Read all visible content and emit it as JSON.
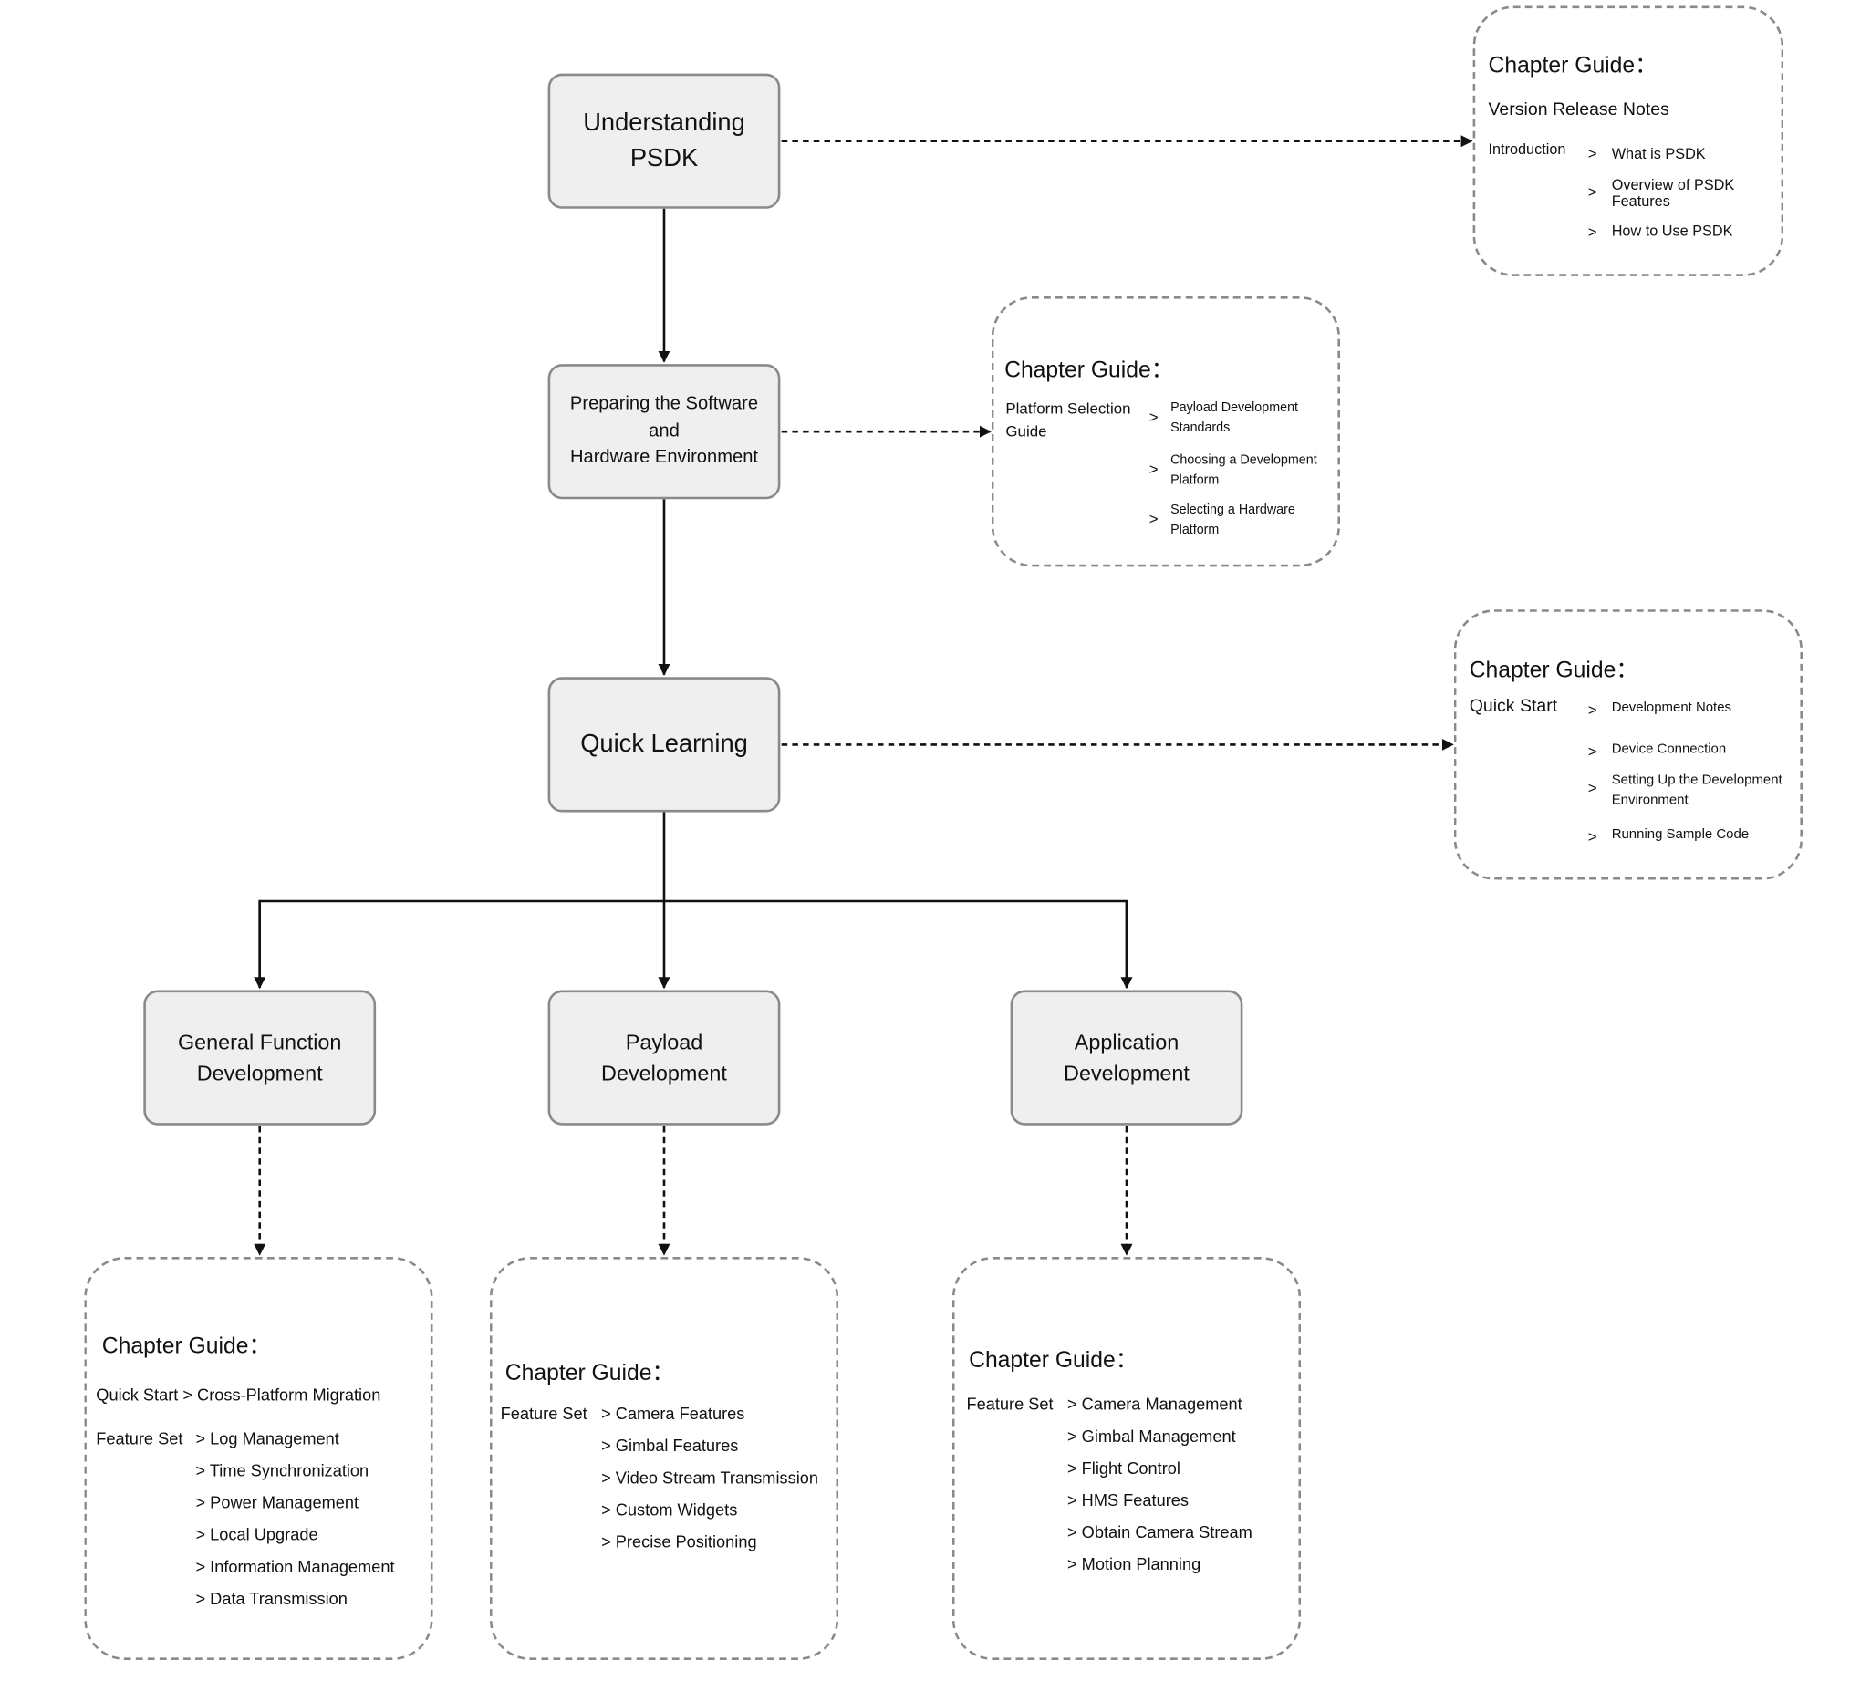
{
  "nodes": {
    "understanding": "Understanding\nPSDK",
    "preparing": "Preparing the Software\nand\nHardware Environment",
    "quick_learning": "Quick Learning",
    "general": "General Function\nDevelopment",
    "payload": "Payload\nDevelopment",
    "application": "Application\nDevelopment"
  },
  "guide_title": "Chapter Guide：",
  "arrow": ">",
  "guide1": {
    "release": "Version Release Notes",
    "section": "Introduction",
    "items": [
      "What is PSDK",
      "Overview of PSDK Features",
      "How to Use PSDK"
    ]
  },
  "guide2": {
    "section": "Platform Selection Guide",
    "items": [
      "Payload Development Standards",
      "Choosing a Development Platform",
      "Selecting a Hardware Platform"
    ]
  },
  "guide3": {
    "section": "Quick Start",
    "items": [
      "Development Notes",
      "Device Connection",
      "Setting Up the Development Environment",
      "Running Sample Code"
    ]
  },
  "guide4": {
    "quick_start_line": "Quick Start > Cross-Platform Migration",
    "section": "Feature Set",
    "items": [
      "> Log Management",
      "> Time Synchronization",
      "> Power Management",
      "> Local Upgrade",
      "> Information Management",
      "> Data Transmission"
    ]
  },
  "guide5": {
    "section": "Feature Set",
    "items": [
      "> Camera Features",
      "> Gimbal Features",
      "> Video Stream Transmission",
      "> Custom Widgets",
      "> Precise Positioning"
    ]
  },
  "guide6": {
    "section": "Feature Set",
    "items": [
      "> Camera Management",
      "> Gimbal Management",
      "> Flight Control",
      "> HMS Features",
      "> Obtain Camera Stream",
      "> Motion Planning"
    ]
  }
}
